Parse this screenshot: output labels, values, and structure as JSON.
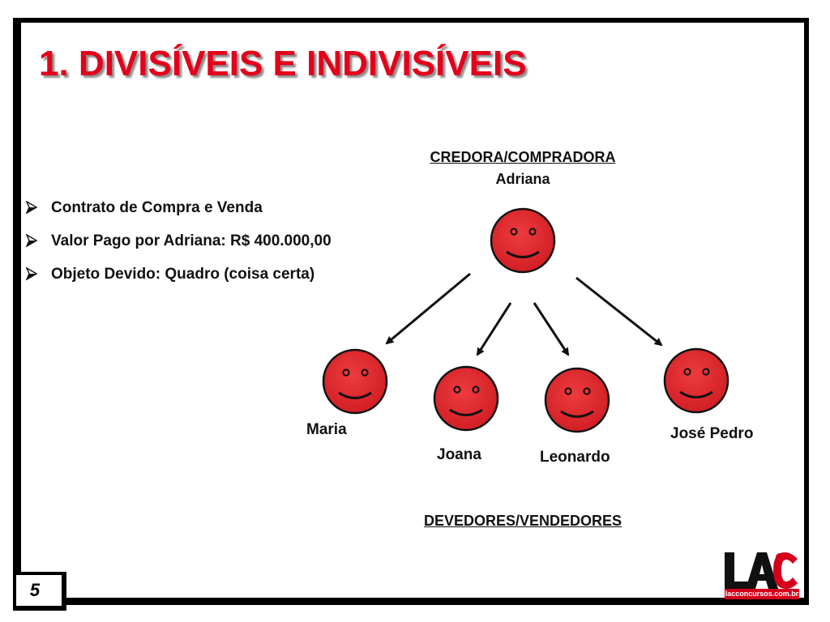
{
  "slide": {
    "title": "1. DIVISÍVEIS E INDIVISÍVEIS",
    "page_number": "5",
    "title_color": "#e3001b",
    "face_color": "#e0252b"
  },
  "bullets": [
    {
      "text": "Contrato de Compra e Venda",
      "icon": "arrow-bullet-icon"
    },
    {
      "text": "Valor Pago por Adriana: R$ 400.000,00",
      "icon": "arrow-bullet-icon"
    },
    {
      "text": "Objeto Devido: Quadro (coisa certa)",
      "icon": "arrow-bullet-icon"
    }
  ],
  "creditor": {
    "role": "CREDORA/COMPRADORA",
    "name": "Adriana"
  },
  "debtors": {
    "role": "DEVEDORES/VENDEDORES",
    "people": [
      {
        "name": "Maria"
      },
      {
        "name": "Joana"
      },
      {
        "name": "Leonardo"
      },
      {
        "name": "José Pedro"
      }
    ]
  },
  "logo": {
    "mark": "LAC",
    "url": "lacconcursos.com.br",
    "color": "#d4001b"
  }
}
